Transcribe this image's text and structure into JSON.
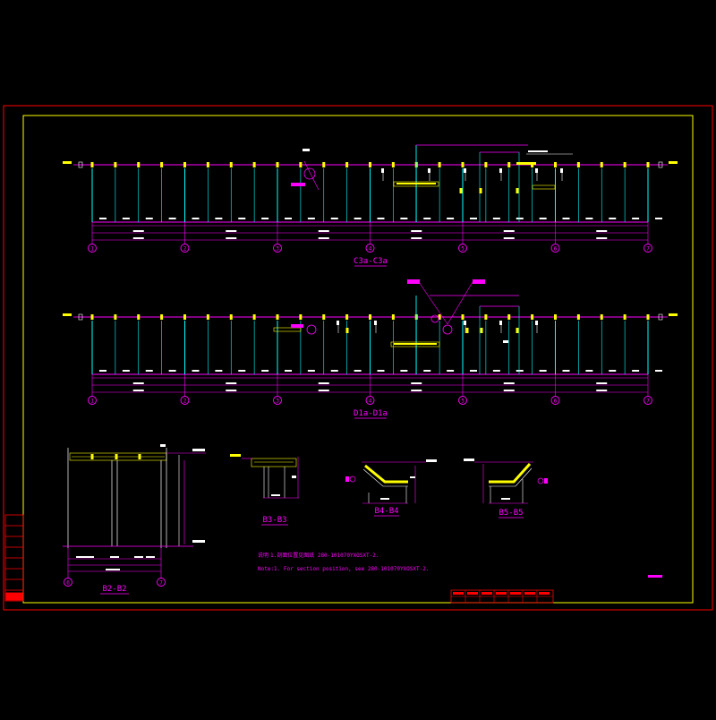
{
  "colors": {
    "background": "#000000",
    "outer_border": "#ff0000",
    "inner_border": "#ffff00",
    "magenta": "#ff00ff",
    "cyan": "#00ffff",
    "white": "#ffffff",
    "yellow": "#ffff00",
    "red": "#ff0000"
  },
  "elevation_1": {
    "title": "C3a-C3a",
    "axes": [
      "1",
      "2",
      "3",
      "4",
      "5",
      "6",
      "7"
    ]
  },
  "elevation_2": {
    "title": "D1a-D1a",
    "axes": [
      "1",
      "2",
      "3",
      "4",
      "5",
      "6",
      "7"
    ]
  },
  "sections": {
    "b2": {
      "title": "B2-B2",
      "axes": [
        "6",
        "7"
      ]
    },
    "b3": {
      "title": "B3-B3"
    },
    "b4": {
      "title": "B4-B4"
    },
    "b5": {
      "title": "B5-B5"
    }
  },
  "notes": {
    "line1_prefix": "说明",
    "line1": "1.剖面位置见图纸 280-101070YXOSXT-2.",
    "line2": "Note:1. For section position, see 280-101070YXOSXT-2."
  }
}
